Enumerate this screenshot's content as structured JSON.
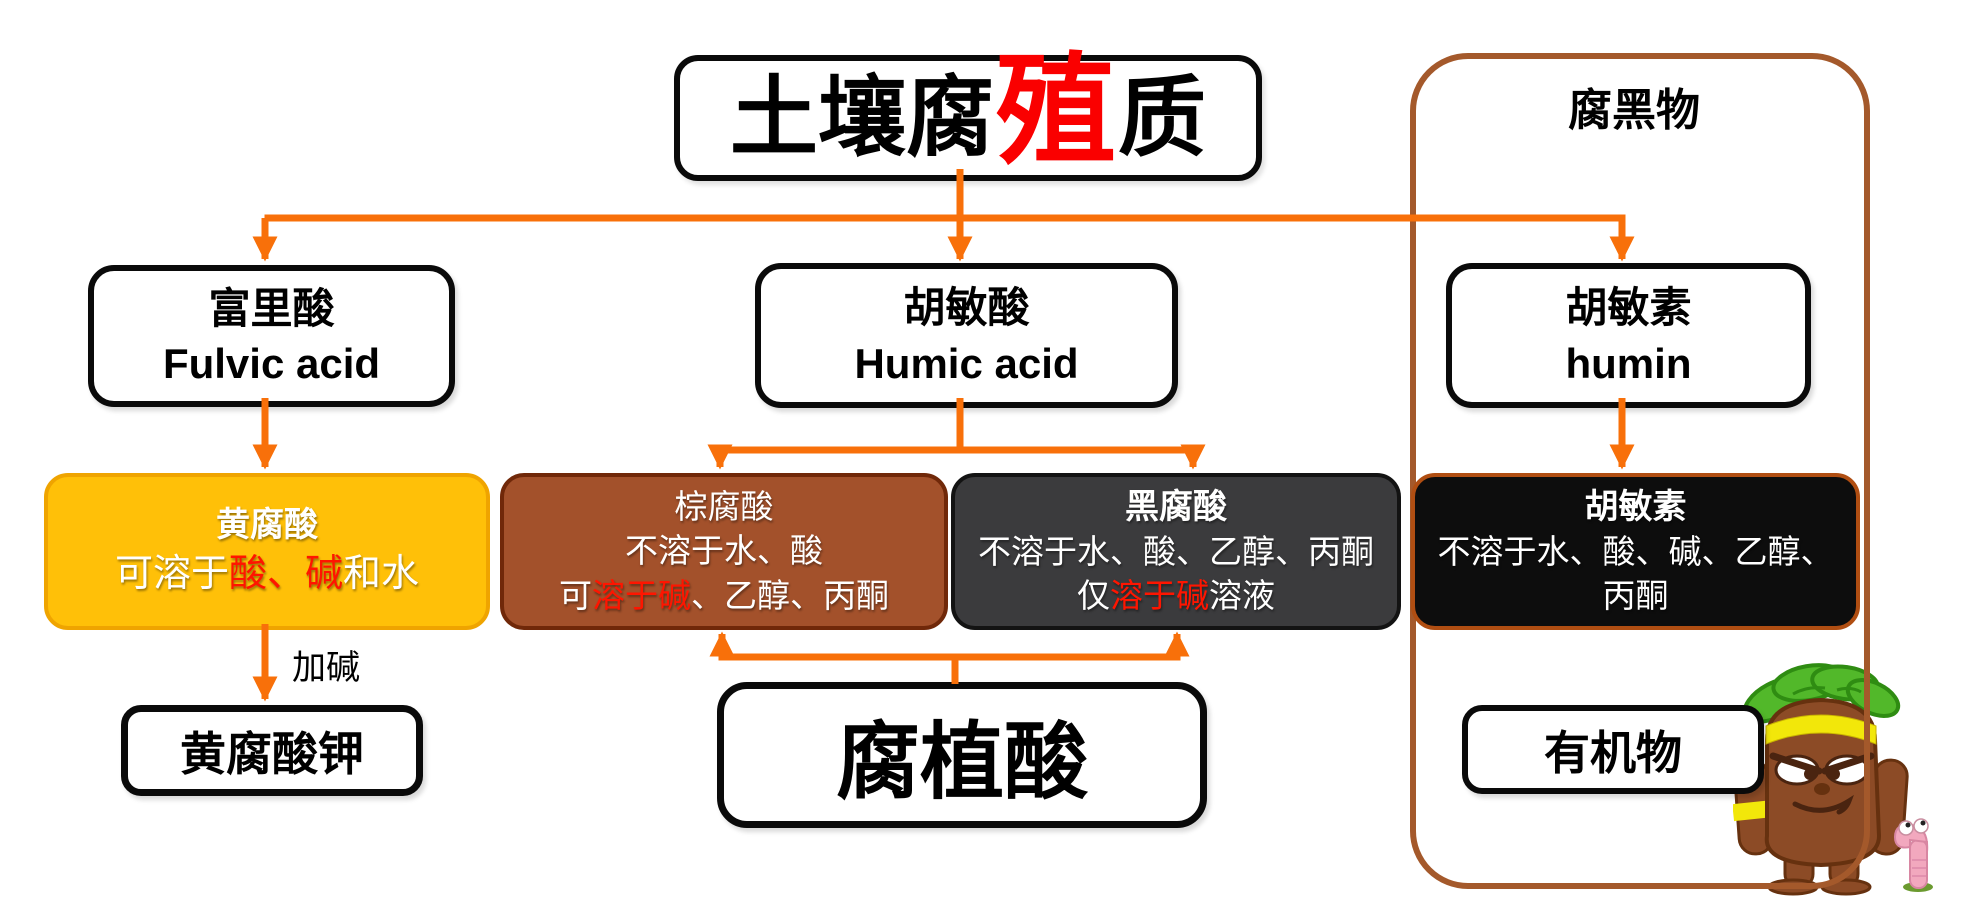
{
  "title": {
    "pre": "土壤腐",
    "highlight": "殖",
    "post": "质"
  },
  "region": {
    "label": "腐黑物"
  },
  "row1": {
    "fulvic": {
      "zh": "富里酸",
      "en": "Fulvic acid"
    },
    "humic": {
      "zh": "胡敏酸",
      "en": "Humic acid"
    },
    "humin": {
      "zh": "胡敏素",
      "en": "humin"
    }
  },
  "row2": {
    "yellow": {
      "title": "黄腐酸",
      "pre": "可溶于",
      "red": "酸、碱",
      "post": "和水"
    },
    "brown": {
      "title": "棕腐酸",
      "line2": "不溶于水、酸",
      "l3_pre": "可",
      "l3_red": "溶于碱",
      "l3_post": "、乙醇、丙酮"
    },
    "dark": {
      "title": "黑腐酸",
      "line2": "不溶于水、酸、乙醇、丙酮",
      "l3_pre": "仅",
      "l3_red": "溶于碱",
      "l3_post": "溶液"
    },
    "black": {
      "title": "胡敏素",
      "line2": "不溶于水、酸、碱、乙醇、",
      "line3": "丙酮"
    }
  },
  "row3": {
    "potassium": "黄腐酸钾",
    "humic_acid_big": "腐植酸",
    "organic": "有机物"
  },
  "edge_labels": {
    "add_alkali": "加碱"
  },
  "icons": {
    "mascot": "ginseng-root-mascot",
    "worm": "pink-worm-mascot"
  },
  "colors": {
    "arrow_orange": "#f8700a",
    "title_red": "#fa0000",
    "yellow_box": "#ffc008",
    "brown_box": "#a3512b",
    "dark_box": "#3b3b3d",
    "black_box": "#0d0d0d",
    "region_border": "#a4592b",
    "red_text": "#ff1500"
  }
}
